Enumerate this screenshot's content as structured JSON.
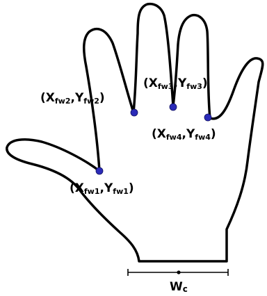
{
  "diagram": {
    "points": [
      {
        "id": "fw1",
        "label": "(X",
        "sub_x": "fw1",
        "sep": ",Y",
        "sub_y": "fw1",
        "close": ")"
      },
      {
        "id": "fw2",
        "label": "(X",
        "sub_x": "fw2",
        "sep": ",Y",
        "sub_y": "fw2",
        "close": ")"
      },
      {
        "id": "fw3",
        "label": "(X",
        "sub_x": "fw3",
        "sep": ",Y",
        "sub_y": "fw3",
        "close": ")"
      },
      {
        "id": "fw4",
        "label": "(X",
        "sub_x": "fw4",
        "sep": ",Y",
        "sub_y": "fw4",
        "close": ")"
      }
    ],
    "width_measure": {
      "main": "W",
      "sub": "c"
    },
    "colors": {
      "point": "#2b2bb8",
      "outline": "#000000"
    }
  }
}
